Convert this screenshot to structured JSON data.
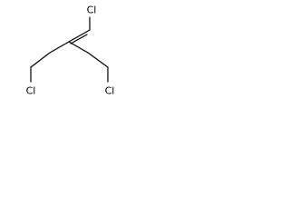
{
  "molecule": {
    "atoms": {
      "cl_top": "Cl",
      "cl_left": "Cl",
      "cl_right": "Cl"
    }
  },
  "colors": {
    "line": "#000000",
    "background": "#ffffff"
  }
}
